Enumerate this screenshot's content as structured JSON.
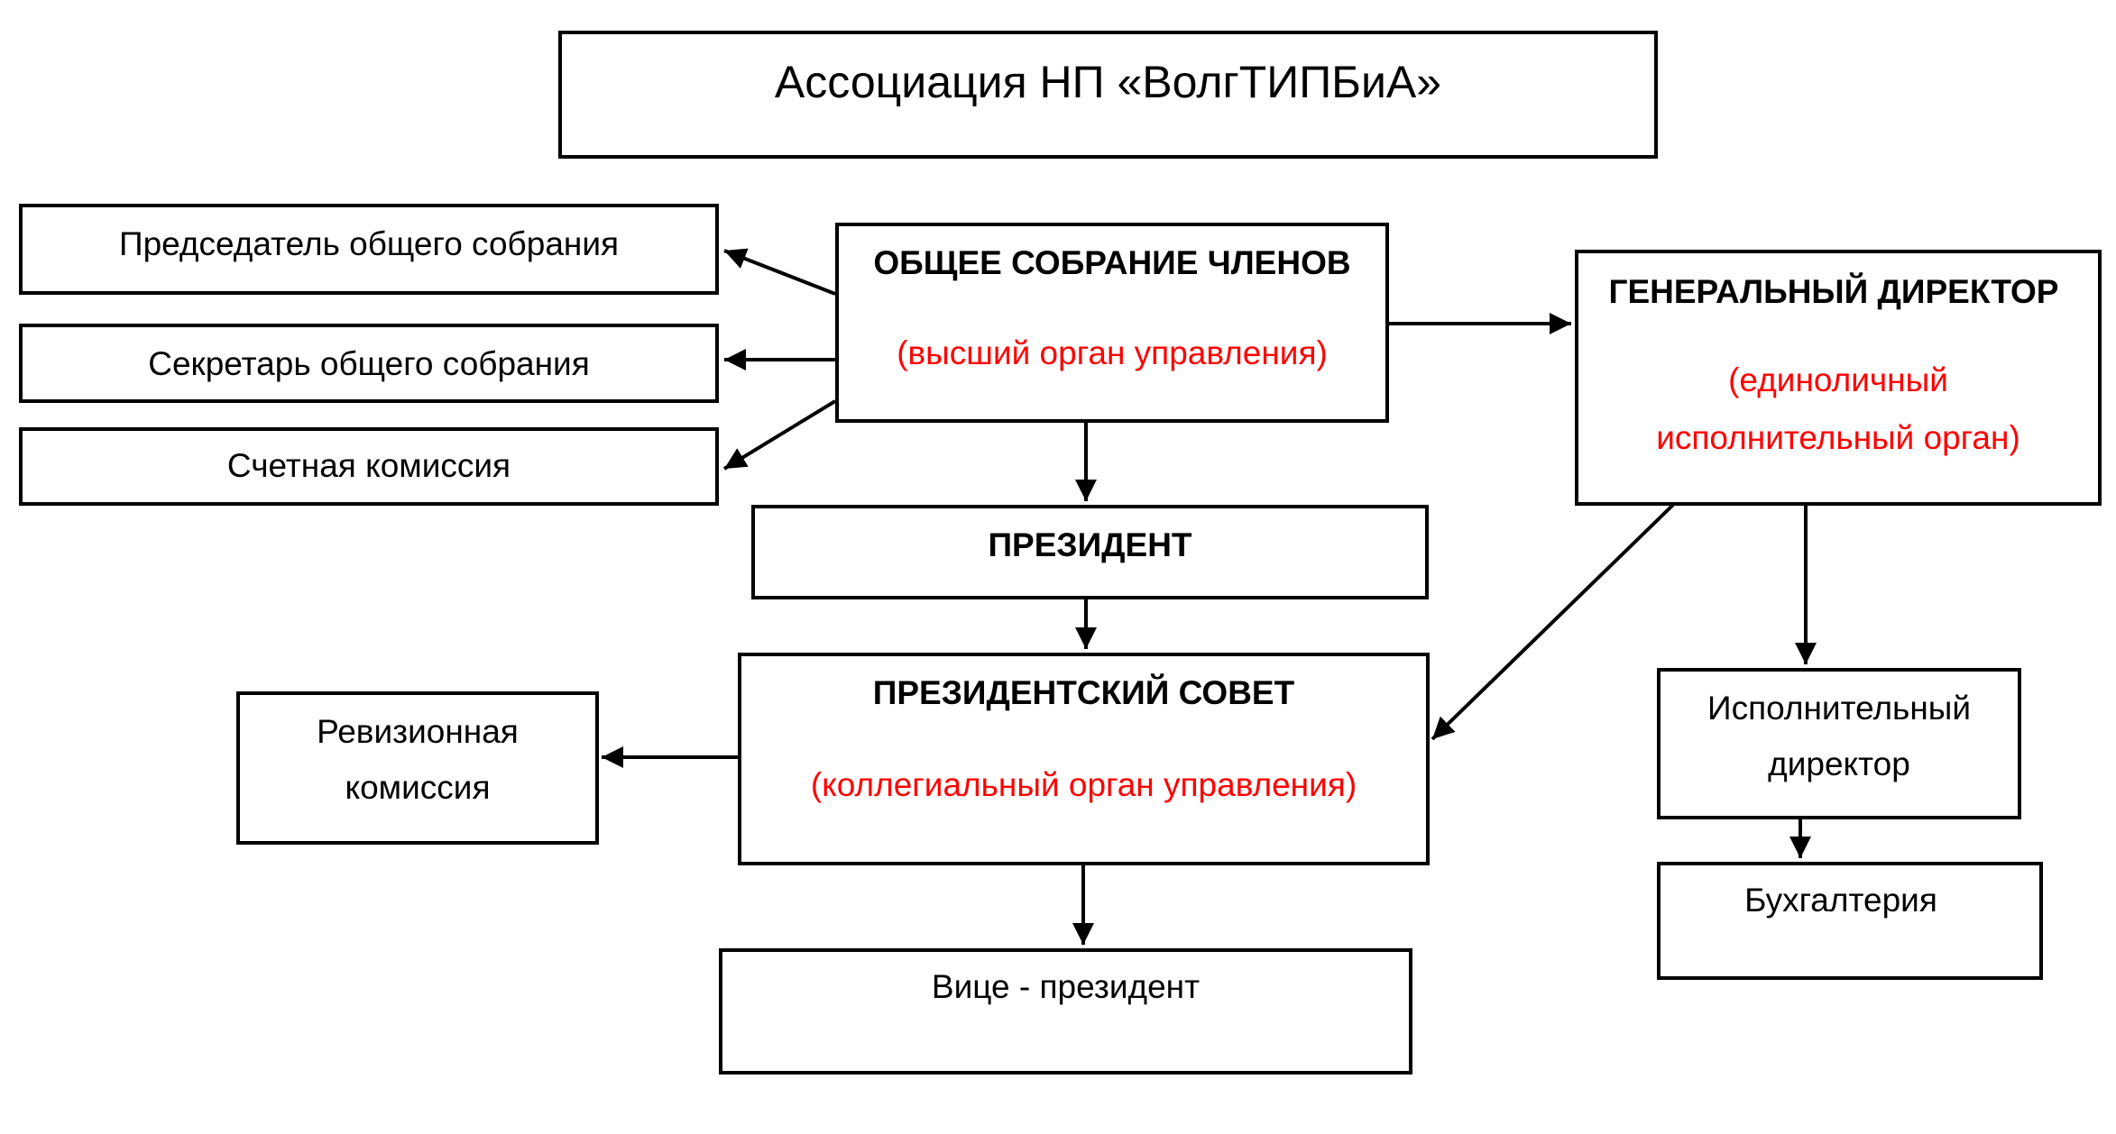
{
  "diagram": {
    "type": "org-chart",
    "title": "Ассоциация НП «ВолгТИПБиА»",
    "accent_color": "#ff0000",
    "nodes": {
      "chairman": {
        "label": "Председатель общего собрания"
      },
      "secretary": {
        "label": "Секретарь общего собрания"
      },
      "counting": {
        "label": "Счетная комиссия"
      },
      "general_meeting": {
        "label": "ОБЩЕЕ СОБРАНИЕ ЧЛЕНОВ",
        "note": "(высший орган управления)"
      },
      "general_director": {
        "label": "ГЕНЕРАЛЬНЫЙ ДИРЕКТОР",
        "note_line1": "(единоличный",
        "note_line2": "исполнительный орган)"
      },
      "president": {
        "label": "ПРЕЗИДЕНТ"
      },
      "presidential_council": {
        "label": "ПРЕЗИДЕНТСКИЙ СОВЕТ",
        "note": "(коллегиальный орган управления)"
      },
      "audit": {
        "label_line1": "Ревизионная",
        "label_line2": "комиссия"
      },
      "vice_president": {
        "label": "Вице - президент"
      },
      "executive_director": {
        "label_line1": "Исполнительный",
        "label_line2": "директор"
      },
      "accounting": {
        "label": "Бухгалтерия"
      }
    },
    "edges": [
      {
        "from": "general_meeting",
        "to": "chairman"
      },
      {
        "from": "general_meeting",
        "to": "secretary"
      },
      {
        "from": "general_meeting",
        "to": "counting"
      },
      {
        "from": "general_meeting",
        "to": "general_director"
      },
      {
        "from": "general_meeting",
        "to": "president"
      },
      {
        "from": "president",
        "to": "presidential_council"
      },
      {
        "from": "presidential_council",
        "to": "audit"
      },
      {
        "from": "presidential_council",
        "to": "vice_president"
      },
      {
        "from": "general_director",
        "to": "presidential_council"
      },
      {
        "from": "general_director",
        "to": "executive_director"
      },
      {
        "from": "executive_director",
        "to": "accounting"
      }
    ]
  }
}
